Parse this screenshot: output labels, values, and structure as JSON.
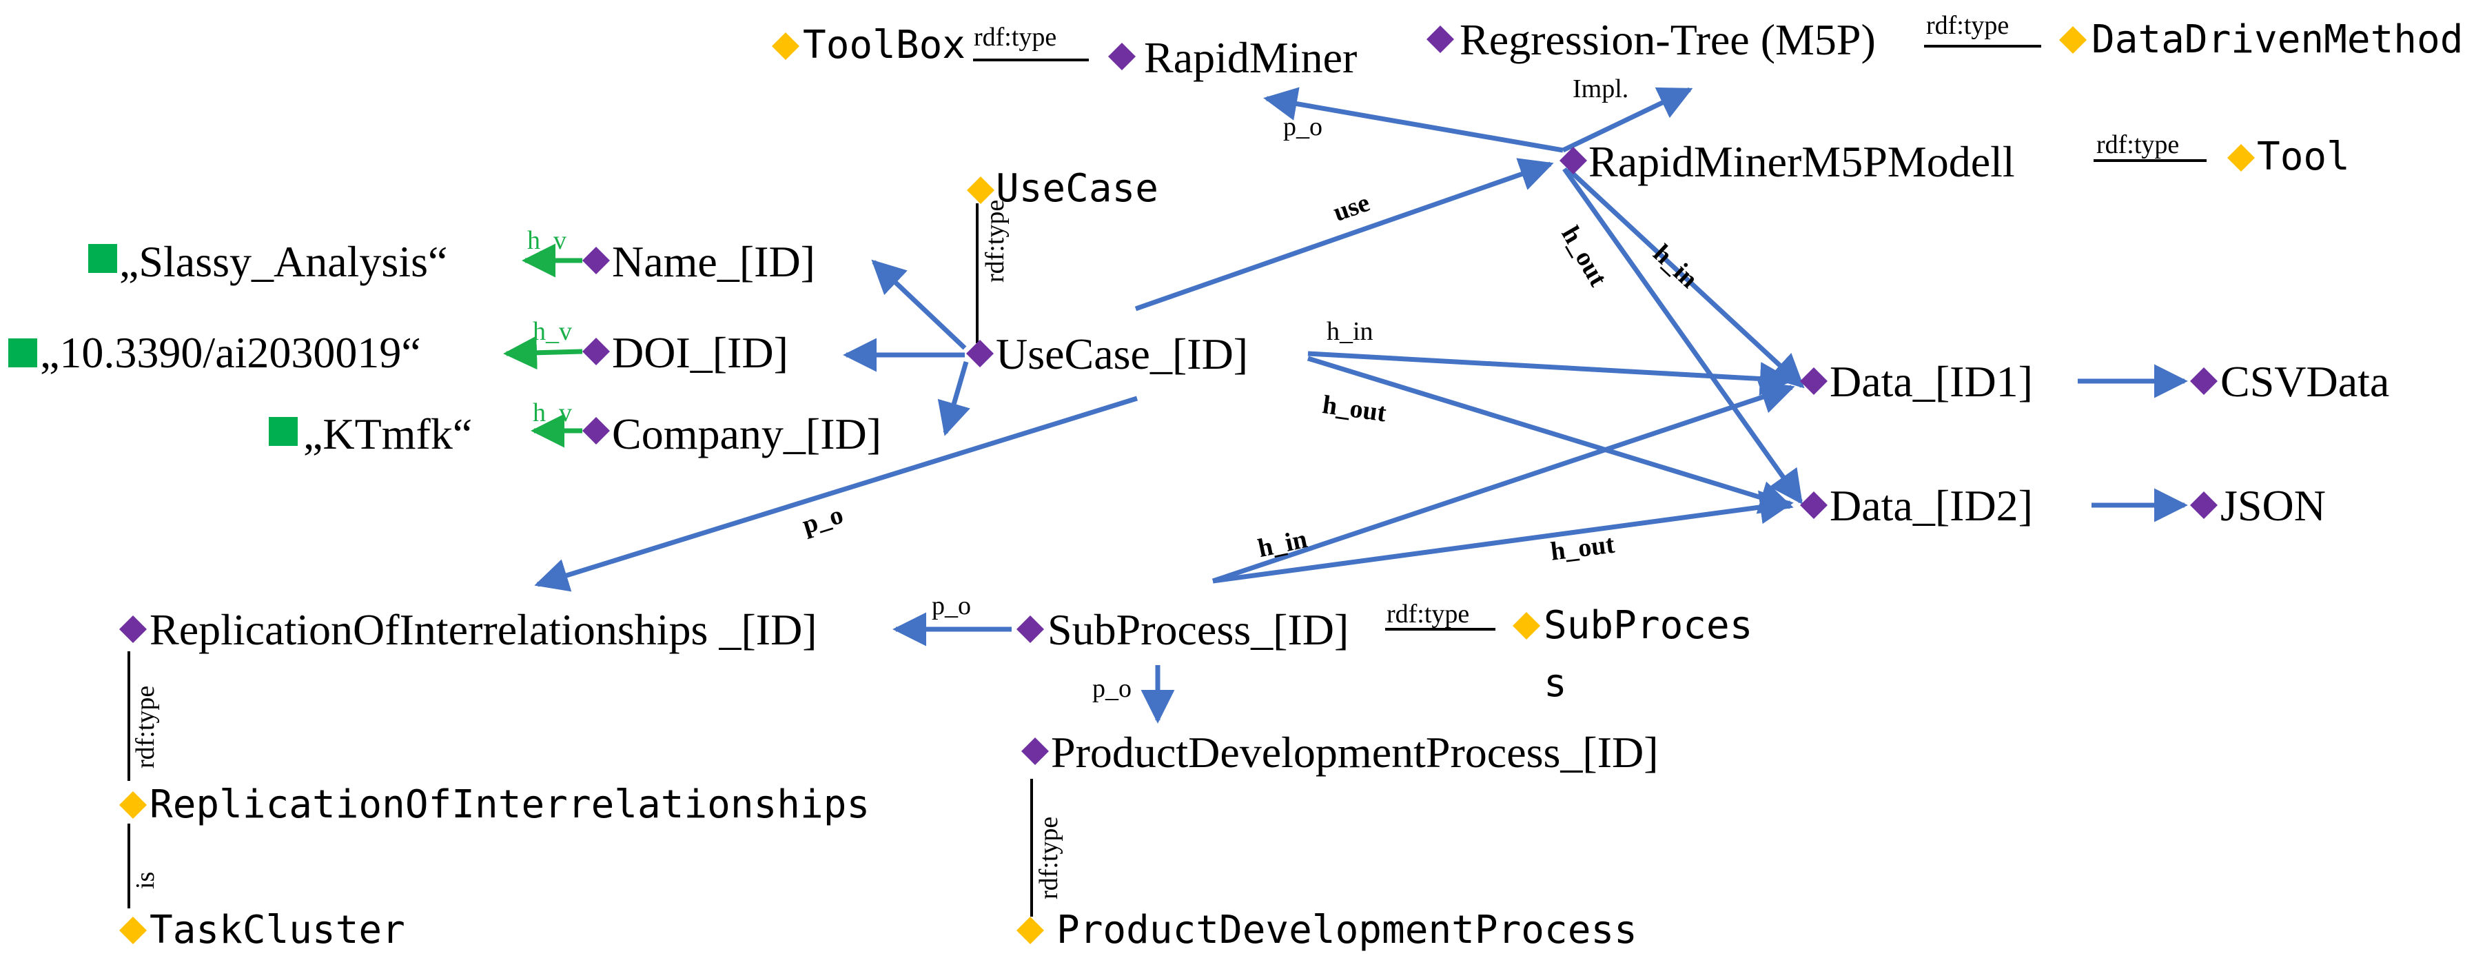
{
  "colors": {
    "edge": "#4472c4",
    "instance": "#7030a0",
    "class": "#ffc000",
    "literal": "#00b050",
    "literal_edge": "#19b04a"
  },
  "nodes": {
    "toolbox": "ToolBox",
    "rapidminer": "RapidMiner",
    "regression_tree": "Regression-Tree (M5P)",
    "data_driven_method": "DataDrivenMethod",
    "rapidminer_m5p_modell": "RapidMinerM5PModell",
    "tool": "Tool",
    "usecase_class": "UseCase",
    "usecase_id": "UseCase_[ID]",
    "name_id": "Name_[ID]",
    "doi_id": "DOI_[ID]",
    "company_id": "Company_[ID]",
    "lit_slassy": "„Slassy_Analysis“",
    "lit_doi": "„10.3390/ai2030019“",
    "lit_ktmfk": "„KTmfk“",
    "data_id1": "Data_[ID1]",
    "data_id2": "Data_[ID2]",
    "csvdata": "CSVData",
    "json": "JSON",
    "replication_id": "ReplicationOfInterrelationships _[ID]",
    "subprocess_id": "SubProcess_[ID]",
    "subprocess_class_1": "SubProces",
    "subprocess_class_2": "s",
    "pdp_id": "ProductDevelopmentProcess_[ID]",
    "replication_class": "ReplicationOfInterrelationships",
    "taskcluster": "TaskCluster",
    "pdp_class": "ProductDevelopmentProcess"
  },
  "edge_labels": {
    "rdf_type": "rdf:type",
    "impl": "Impl.",
    "p_o": "p_o",
    "use": "use",
    "h_in": "h_in",
    "h_out": "h_out",
    "h_v": "h_v",
    "is": "is"
  }
}
